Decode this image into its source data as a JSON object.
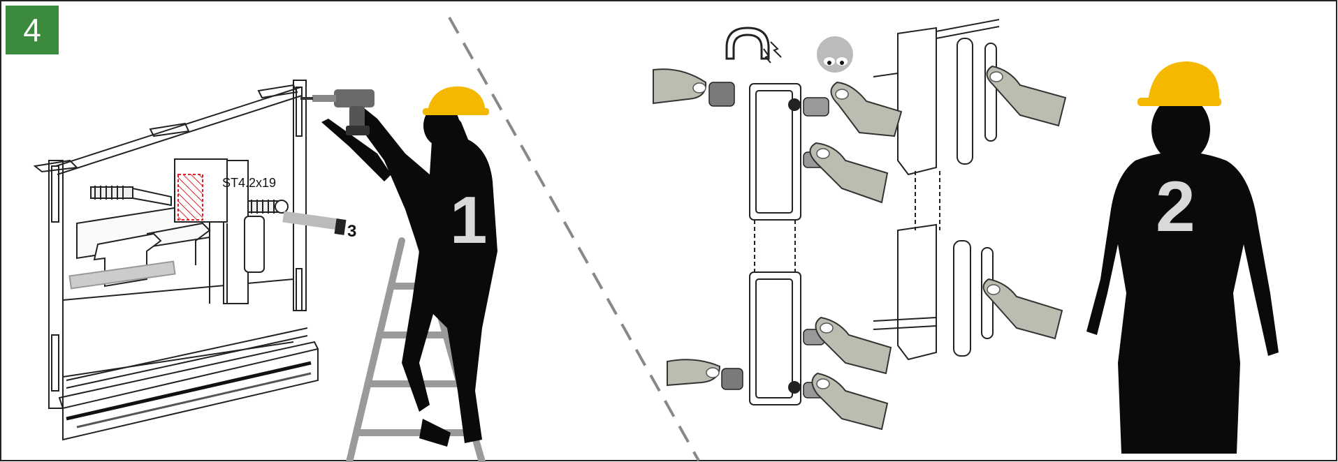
{
  "step": {
    "number": "4",
    "badge_color": "#3b8a3e"
  },
  "callouts": {
    "screw_spec": "ST4.2x19",
    "part_number": "3"
  },
  "workers": {
    "first": "1",
    "second": "2"
  },
  "colors": {
    "helmet": "#f5b800",
    "silhouette": "#0a0a0a",
    "worker_label": "#d9d9d9",
    "ladder": "#9a9a9a",
    "hatch": "#e0202a"
  },
  "icons": [
    "magnet-icon",
    "sleepy-face-icon",
    "drill-icon",
    "hard-hat-icon"
  ]
}
